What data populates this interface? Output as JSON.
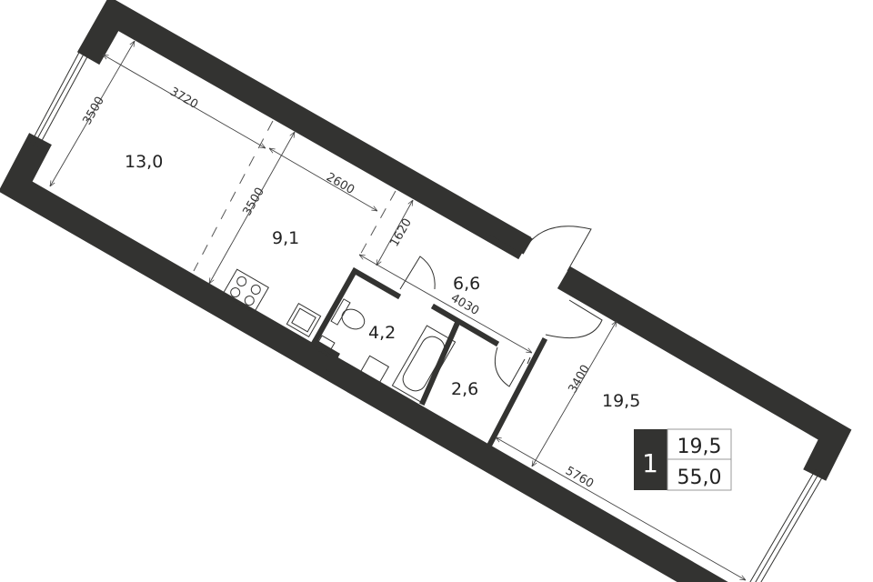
{
  "rooms": [
    {
      "name": "living",
      "area": "13,0"
    },
    {
      "name": "kitchen",
      "area": "9,1"
    },
    {
      "name": "hall",
      "area": "6,6"
    },
    {
      "name": "bathroom",
      "area": "4,2"
    },
    {
      "name": "storage",
      "area": "2,6"
    },
    {
      "name": "bedroom",
      "area": "19,5"
    }
  ],
  "dimensions": {
    "living_length": "3720",
    "living_width": "3500",
    "kitchen_width": "3500",
    "kitchen_length": "2600",
    "hall_width": "1620",
    "hall_length": "4030",
    "bedroom_width": "3400",
    "bedroom_length": "5760"
  },
  "summary": {
    "rooms_count": "1",
    "living_area": "19,5",
    "total_area": "55,0"
  },
  "colors": {
    "wall": "#333331",
    "line": "#444444"
  }
}
